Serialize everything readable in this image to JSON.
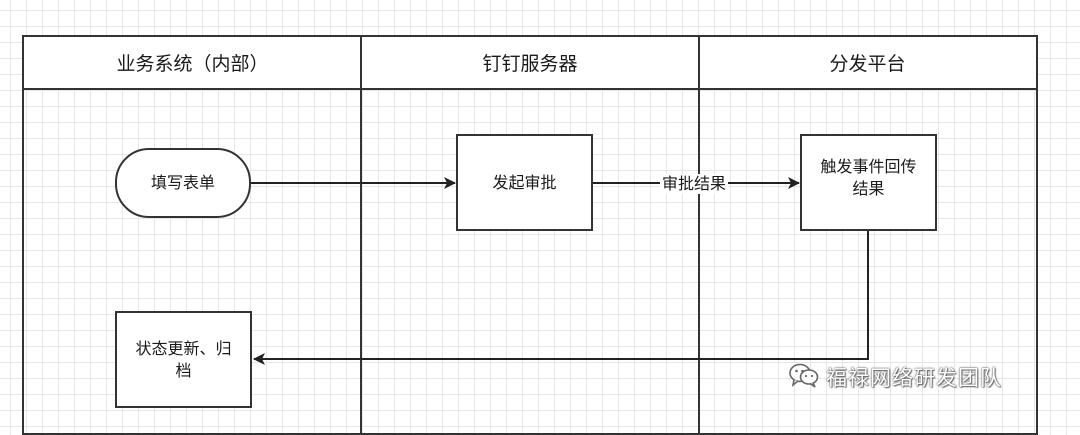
{
  "lanes": [
    "业务系统（内部）",
    "钉钉服务器",
    "分发平台"
  ],
  "nodes": {
    "fill_form": "填写表单",
    "start_approval": "发起审批",
    "trigger_callback_line1": "触发事件回传",
    "trigger_callback_line2": "结果",
    "update_archive_line1": "状态更新、归",
    "update_archive_line2": "档"
  },
  "edges": {
    "approval_result_label": "审批结果"
  },
  "watermark": {
    "text": "福禄网络研发团队",
    "icon": "wechat-icon"
  },
  "colors": {
    "stroke": "#333333",
    "grid": "#e6e6e6",
    "background": "#ffffff"
  }
}
